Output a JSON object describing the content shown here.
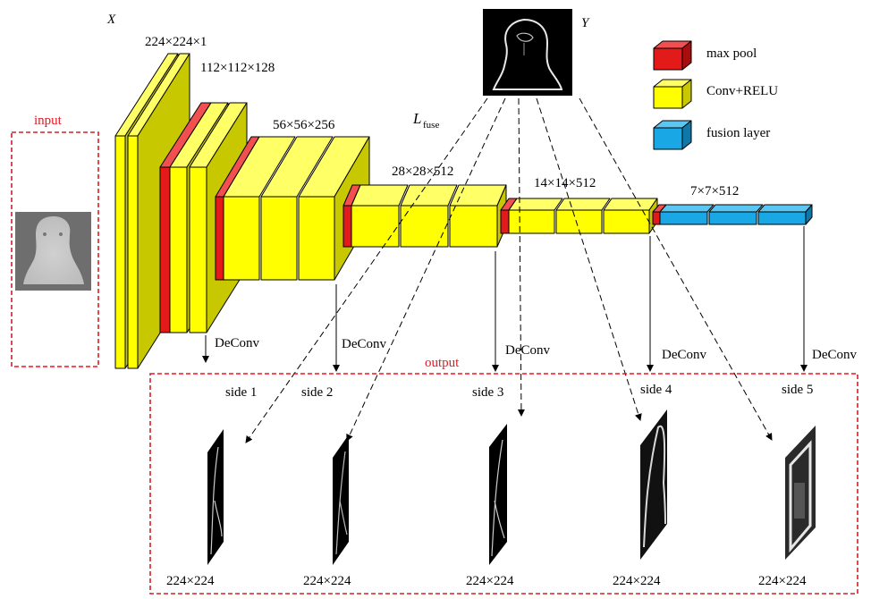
{
  "labels": {
    "x": "X",
    "y": "Y",
    "input": "input",
    "output": "output",
    "l_fuse_main": "L",
    "l_fuse_sub": "fuse"
  },
  "dims": {
    "stage1": "224×224×1",
    "stage2": "112×112×128",
    "stage3": "56×56×256",
    "stage4": "28×28×512",
    "stage5": "14×14×512",
    "stage6": "7×7×512"
  },
  "legend": {
    "items": [
      {
        "label": "max pool",
        "color": "#e21a1a"
      },
      {
        "label": "Conv+RELU",
        "color": "#ffff00"
      },
      {
        "label": "fusion layer",
        "color": "#19a7e6"
      }
    ]
  },
  "deconv": [
    "DeConv",
    "DeConv",
    "DeConv",
    "DeConv",
    "DeConv"
  ],
  "sides": [
    {
      "label": "side 1",
      "size": "224×224"
    },
    {
      "label": "side 2",
      "size": "224×224"
    },
    {
      "label": "side 3",
      "size": "224×224"
    },
    {
      "label": "side 4",
      "size": "224×224"
    },
    {
      "label": "side 5",
      "size": "224×224"
    }
  ],
  "colors": {
    "conv": "#ffff00",
    "pool": "#e21a1a",
    "fusion": "#19a7e6",
    "frame": "#e01b24"
  }
}
